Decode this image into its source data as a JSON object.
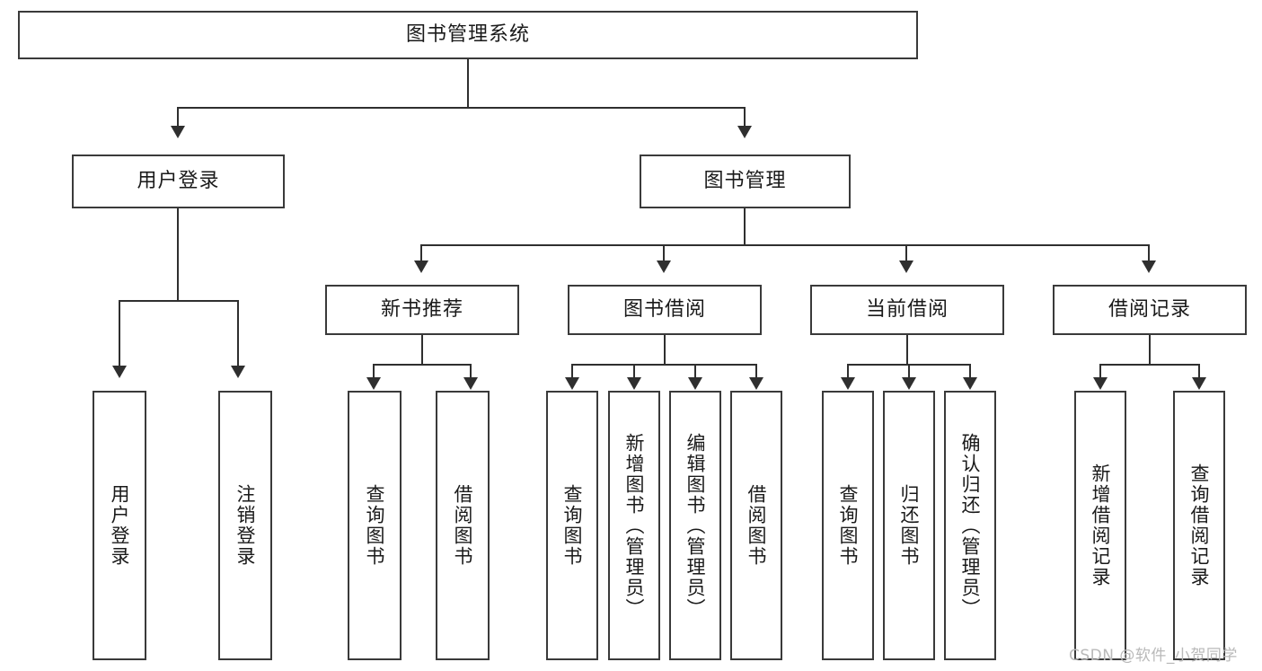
{
  "diagram": {
    "title": "图书管理系统",
    "type": "tree-hierarchy-diagram",
    "watermark": "CSDN @软件_小贺同学",
    "colors": {
      "box_border": "#3a3a3a",
      "connector": "#2f2f2f",
      "background": "#ffffff",
      "text": "#1a1a1a",
      "watermark": "#b9b9b9"
    },
    "root": {
      "label": "图书管理系统"
    },
    "level2": [
      {
        "label": "用户登录"
      },
      {
        "label": "图书管理"
      }
    ],
    "level3": [
      {
        "label": "新书推荐"
      },
      {
        "label": "图书借阅"
      },
      {
        "label": "当前借阅"
      },
      {
        "label": "借阅记录"
      }
    ],
    "leaves": {
      "user_login": [
        {
          "label": "用户登录"
        },
        {
          "label": "注销登录"
        }
      ],
      "new_book_recommend": [
        {
          "label": "查询图书"
        },
        {
          "label": "借阅图书"
        }
      ],
      "book_borrow": [
        {
          "label": "查询图书"
        },
        {
          "label": "新增图书（管理员）"
        },
        {
          "label": "编辑图书（管理员）"
        },
        {
          "label": "借阅图书"
        }
      ],
      "current_borrow": [
        {
          "label": "查询图书"
        },
        {
          "label": "归还图书"
        },
        {
          "label": "确认归还（管理员）"
        }
      ],
      "borrow_record": [
        {
          "label": "新增借阅记录"
        },
        {
          "label": "查询借阅记录"
        }
      ]
    }
  }
}
